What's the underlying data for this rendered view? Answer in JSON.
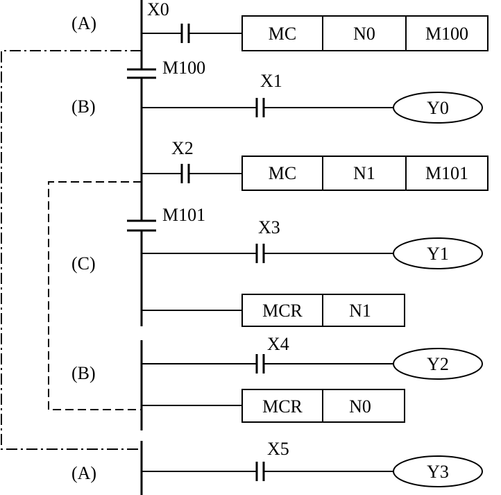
{
  "section_labels": {
    "a_top": "(A)",
    "b_top": "(B)",
    "c_mid": "(C)",
    "b_bottom": "(B)",
    "a_bottom": "(A)"
  },
  "contacts": {
    "x0": "X0",
    "x1": "X1",
    "x2": "X2",
    "x3": "X3",
    "x4": "X4",
    "x5": "X5"
  },
  "master_contacts": {
    "m100": "M100",
    "m101": "M101"
  },
  "instructions": {
    "mc_n0": {
      "op": "MC",
      "nest": "N0",
      "device": "M100"
    },
    "mc_n1": {
      "op": "MC",
      "nest": "N1",
      "device": "M101"
    },
    "mcr_n1": {
      "op": "MCR",
      "nest": "N1"
    },
    "mcr_n0": {
      "op": "MCR",
      "nest": "N0"
    }
  },
  "coils": {
    "y0": "Y0",
    "y1": "Y1",
    "y2": "Y2",
    "y3": "Y3"
  }
}
